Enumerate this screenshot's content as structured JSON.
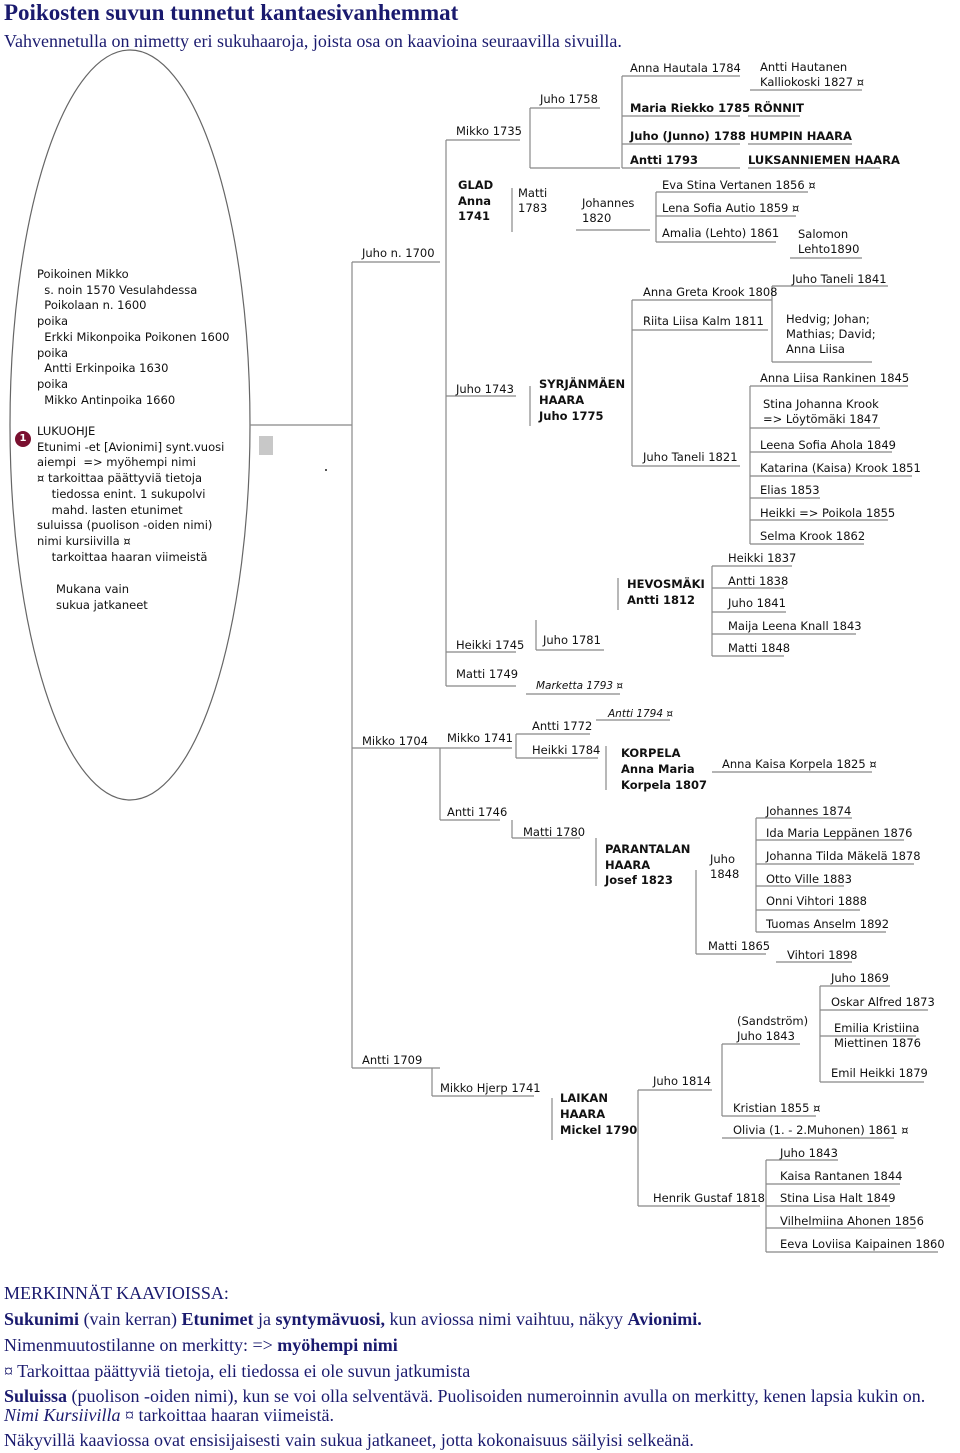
{
  "title": "Poikosten suvun tunnetut kantaesivanhemmat",
  "subtitle": "Vahvennetulla on nimetty eri sukuhaaroja, joista osa on kaavioina seuraavilla sivuilla.",
  "badge": "1",
  "oval_lines": [
    "Poikoinen Mikko",
    "  s. noin 1570 Vesulahdessa",
    "  Poikolaan n. 1600",
    "poika",
    "  Erkki Mikonpoika Poikonen 1600",
    "poika",
    "  Antti Erkinpoika 1630",
    "poika",
    "  Mikko Antinpoika 1660"
  ],
  "reading_guide": [
    "LUKUOHJE",
    "Etunimi -et [Avionimi] synt.vuosi",
    "aiempi  => myöhempi nimi",
    "¤ tarkoittaa päättyviä tietoja",
    "    tiedossa enint. 1 sukupolvi",
    "    mahd. lasten etunimet",
    "suluissa (puolison -oiden nimi)",
    "nimi kursiivilla ¤",
    "    tarkoittaa haaran viimeistä"
  ],
  "oval_footer": [
    "Mukana vain",
    "sukua jatkaneet"
  ],
  "nodes": {
    "juho1700": "Juho n. 1700",
    "mikko1735": "Mikko 1735",
    "juho1758": "Juho 1758",
    "anna1784": "Anna Hautala 1784",
    "antti_kalliokoski": "Antti Hautanen\nKalliokoski 1827 ¤",
    "maria1785": "Maria Riekko 1785",
    "ronnit": "RÖNNIT",
    "juho1788": "Juho (Junno) 1788",
    "humpin": "HUMPIN HAARA",
    "antti1793": "Antti 1793",
    "luksanniemen": "LUKSANNIEMEN HAARA",
    "glad": "GLAD\nAnna\n1741",
    "matti1783": "Matti\n1783",
    "johannes1820": "Johannes\n1820",
    "eva1856": "Eva Stina Vertanen 1856 ¤",
    "lena1859": "Lena Sofia Autio 1859 ¤",
    "amalia1861": "Amalia (Lehto) 1861",
    "salomon": "Salomon\nLehto1890",
    "juho1743": "Juho 1743",
    "syrjanmaen": "SYRJÄNMÄEN\nHAARA\nJuho 1775",
    "annagreta1808": "Anna Greta Krook 1808",
    "juhotaneli1841": "Juho Taneli 1841",
    "riita1811": "Riita Liisa Kalm 1811",
    "hedvig": "Hedvig; Johan;\nMathias; David;\nAnna Liisa",
    "juhotaneli1821": "Juho Taneli 1821",
    "annaliisa1845": "Anna Liisa Rankinen 1845",
    "stina1847": "Stina Johanna Krook\n=> Löytömäki 1847",
    "leena1849": "Leena Sofia Ahola 1849",
    "katarina1851": "Katarina (Kaisa) Krook 1851",
    "elias1853": "Elias 1853",
    "heikki1855": "Heikki => Poikola 1855",
    "selma1862": "Selma Krook 1862",
    "heikki1745": "Heikki 1745",
    "juho1781": "Juho 1781",
    "hevosmaki": "HEVOSMÄKI\nAntti 1812",
    "heikki1837": "Heikki 1837",
    "antti1838": "Antti 1838",
    "juho1841": "Juho 1841",
    "maija1843": "Maija Leena Knall 1843",
    "matti1848": "Matti 1848",
    "matti1749": "Matti 1749",
    "marketta1793": "Marketta 1793 ¤",
    "mikko1704": "Mikko 1704",
    "mikko1741": "Mikko 1741",
    "antti1772": "Antti 1772",
    "antti1794": "Antti 1794 ¤",
    "heikki1784": "Heikki 1784",
    "korpela": "KORPELA\nAnna Maria\nKorpela 1807",
    "annakaisa1825": "Anna Kaisa Korpela 1825 ¤",
    "antti1746": "Antti 1746",
    "matti1780": "Matti 1780",
    "parantalan": "PARANTALAN\nHAARA\nJosef 1823",
    "juho1848": "Juho\n1848",
    "johannes1874": "Johannes 1874",
    "ida1876": "Ida Maria Leppänen 1876",
    "johanna1878": "Johanna Tilda Mäkelä 1878",
    "otto1883": "Otto Ville 1883",
    "onni1888": "Onni Vihtori 1888",
    "tuomas1892": "Tuomas Anselm 1892",
    "matti1865": "Matti 1865",
    "vihtori1898": "Vihtori 1898",
    "antti1709": "Antti 1709",
    "mikkohjerp": "Mikko Hjerp 1741",
    "laikan": "LAIKAN\nHAARA\nMickel 1790",
    "sandstrom": "(Sandström)\nJuho 1843",
    "juho1869": "Juho 1869",
    "oskar1873": "Oskar Alfred 1873",
    "emilia1876": "Emilia Kristiina\nMiettinen 1876",
    "emil1879": "Emil Heikki 1879",
    "juho1814": "Juho 1814",
    "kristian1855": "Kristian 1855 ¤",
    "olivia1861": "Olivia (1. - 2.Muhonen) 1861 ¤",
    "henrik1818": "Henrik Gustaf 1818",
    "juho1843b": "Juho 1843",
    "kaisa1844": "Kaisa Rantanen 1844",
    "stinalisa1849": "Stina Lisa Halt 1849",
    "vilhelmiina1856": "Vilhelmiina Ahonen 1856",
    "eeva1860": "Eeva Loviisa Kaipainen 1860"
  },
  "legend": {
    "heading": "MERKINNÄT KAAVIOISSA:",
    "line1": {
      "sukunimi": "Sukunimi",
      "a": " (vain kerran) ",
      "etunimet": "Etunimet",
      "b": " ja ",
      "synt": "syntymävuosi,",
      "c": " kun aviossa nimi vaihtuu, näkyy ",
      "avionimi": "Avionimi."
    },
    "line2": {
      "a": "Nimenmuutostilanne on merkitty: => ",
      "b": "myöhempi nimi"
    },
    "line3": "¤ Tarkoittaa päättyviä tietoja, eli tiedossa ei ole suvun jatkumista",
    "line4": {
      "suluissa": "Suluissa",
      "a": " (puolison -oiden nimi), kun se voi olla selventävä. Puolisoiden numeroinnin avulla on merkitty, kenen lapsia kukin on. ",
      "nimi": "Nimi Kursiivilla",
      "b": " ¤ tarkoittaa haaran viimeistä."
    },
    "line5": "Näkyvillä kaaviossa ovat ensisijaisesti vain sukua jatkaneet, jotta kokonaisuus säilyisi selkeänä."
  }
}
